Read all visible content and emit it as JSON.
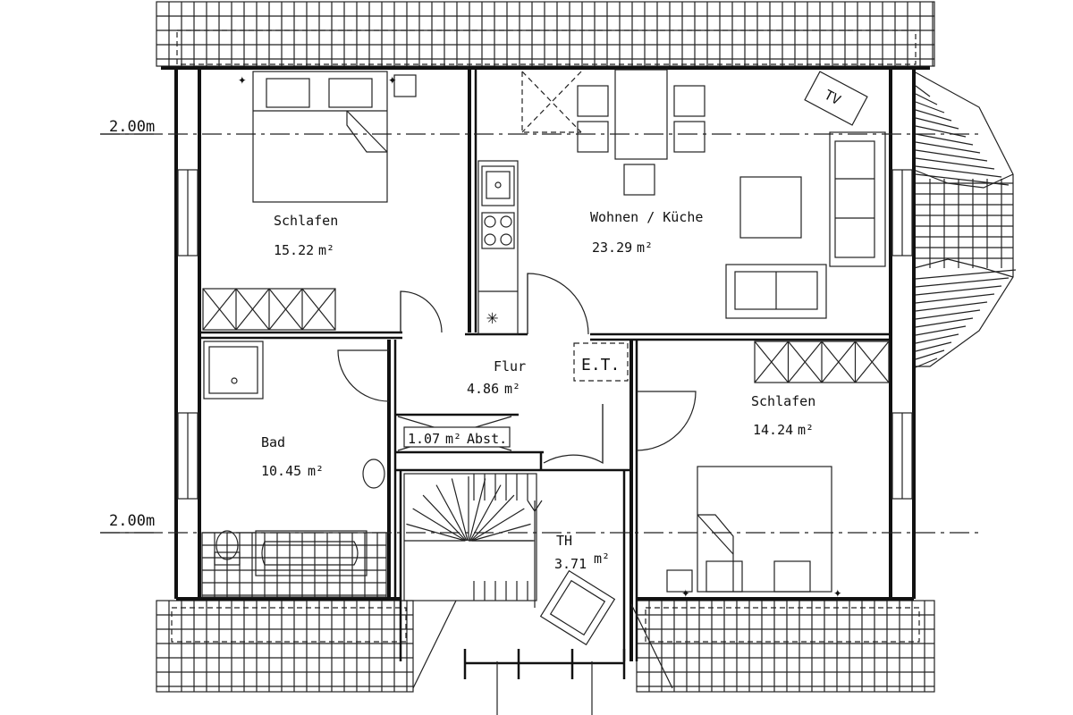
{
  "rooms": {
    "bedroom1": {
      "name": "Schlafen",
      "area": "15.22",
      "unit": "m²"
    },
    "living": {
      "name": "Wohnen / Küche",
      "area": "23.29",
      "unit": "m²"
    },
    "hall": {
      "name": "Flur",
      "area": "4.86",
      "unit": "m²"
    },
    "storage": {
      "area": "1.07",
      "unit": "m²",
      "suffix": "Abst."
    },
    "bedroom2": {
      "name": "Schlafen",
      "area": "14.24",
      "unit": "m²"
    },
    "bath": {
      "name": "Bad",
      "area": "10.45",
      "unit": "m²"
    },
    "stair": {
      "name": "TH",
      "area": "3.71",
      "unit": "m²"
    }
  },
  "markers": {
    "tv": "TV",
    "et": "E.T."
  },
  "dimensions": {
    "upper": "2.00m",
    "lower": "2.00m"
  }
}
